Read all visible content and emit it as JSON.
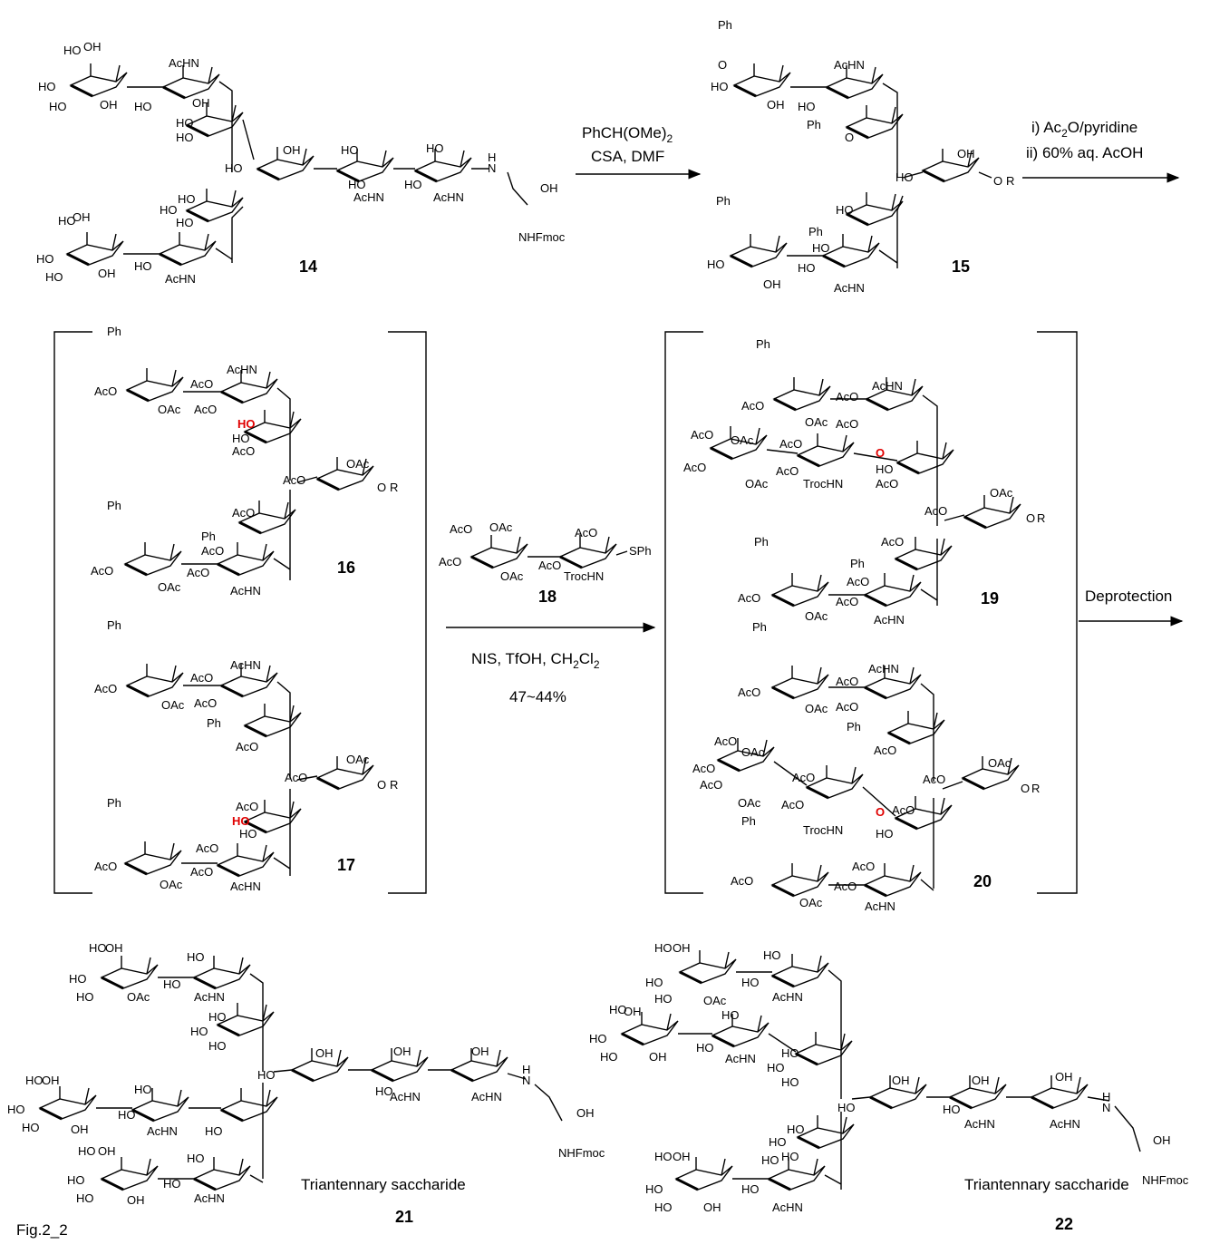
{
  "figure_label": "Fig.2_2",
  "compounds": {
    "c14": {
      "number": "14"
    },
    "c15": {
      "number": "15"
    },
    "c16": {
      "number": "16"
    },
    "c17": {
      "number": "17"
    },
    "c18": {
      "number": "18"
    },
    "c19": {
      "number": "19"
    },
    "c20": {
      "number": "20"
    },
    "c21": {
      "number": "21",
      "caption": "Triantennary saccharide"
    },
    "c22": {
      "number": "22",
      "caption": "Triantennary saccharide"
    }
  },
  "steps": {
    "step1": {
      "line1": "PhCH(OMe)",
      "line1_sub": "2",
      "line2": "CSA, DMF"
    },
    "step2": {
      "line1_a": "i) Ac",
      "line1_sub": "2",
      "line1_b": "O/pyridine",
      "line2": "ii) 60% aq. AcOH"
    },
    "step3": {
      "line1_a": "NIS, TfOH, CH",
      "line1_sub1": "2",
      "line1_b": "Cl",
      "line1_sub2": "2",
      "yield": "47~44%"
    },
    "step4": {
      "label": "Deprotection"
    }
  },
  "labels": {
    "oh": "OH",
    "ho": "HO",
    "achn": "AcHN",
    "aco": "AcO",
    "oac": "OAc",
    "o": "O",
    "ph": "Ph",
    "r": "R",
    "nh": "N",
    "h": "H",
    "nhfmoc": "NHFmoc",
    "sph": "SPh",
    "trochn": "TrocHN"
  },
  "highlight_color": "#e00000"
}
